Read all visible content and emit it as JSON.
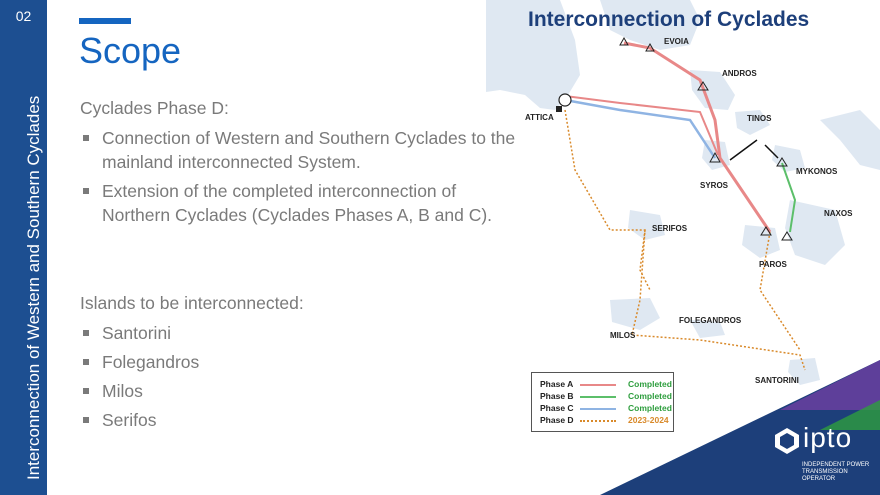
{
  "sidebar": {
    "slide_number": "02",
    "vertical_title": "Interconnection of Western and Southern Cyclades"
  },
  "header": {
    "title": "Scope"
  },
  "content": {
    "intro": "Cyclades Phase D:",
    "bullets": [
      "Connection of Western and Southern Cyclades to the mainland interconnected System.",
      "Extension of the completed interconnection of Northern Cyclades (Cyclades Phases A, B and C)."
    ],
    "islands_heading": "Islands to be interconnected:",
    "islands": [
      "Santorini",
      "Folegandros",
      "Milos",
      "Serifos"
    ]
  },
  "map": {
    "title": "Interconnection of Cyclades",
    "labels": {
      "evoia": "EVOIA",
      "andros": "ANDROS",
      "attica": "ATTICA",
      "tinos": "TINOS",
      "mykonos": "MYKONOS",
      "syros": "SYROS",
      "naxos": "NAXOS",
      "serifos": "SERIFOS",
      "paros": "PAROS",
      "folegandros": "FOLEGANDROS",
      "milos": "MILOS",
      "santorini": "SANTORINI"
    },
    "legend": [
      {
        "phase": "Phase A",
        "status": "Completed",
        "line_color": "#e88888",
        "status_color": "#2e9e3e",
        "style": "solid"
      },
      {
        "phase": "Phase B",
        "status": "Completed",
        "line_color": "#5cbf6a",
        "status_color": "#2e9e3e",
        "style": "solid"
      },
      {
        "phase": "Phase C",
        "status": "Completed",
        "line_color": "#8fb4e3",
        "status_color": "#2e9e3e",
        "style": "solid"
      },
      {
        "phase": "Phase D",
        "status": "2023-2024",
        "line_color": "#d98a2b",
        "status_color": "#d98a2b",
        "style": "dotted"
      }
    ]
  },
  "logo": {
    "word": "ipto",
    "subtitle": "INDEPENDENT POWER TRANSMISSION OPERATOR"
  },
  "colors": {
    "sidebar": "#1d4f91",
    "accent": "#1565c0",
    "body_text": "#7a7a7a",
    "map_title": "#1d3f7a"
  }
}
